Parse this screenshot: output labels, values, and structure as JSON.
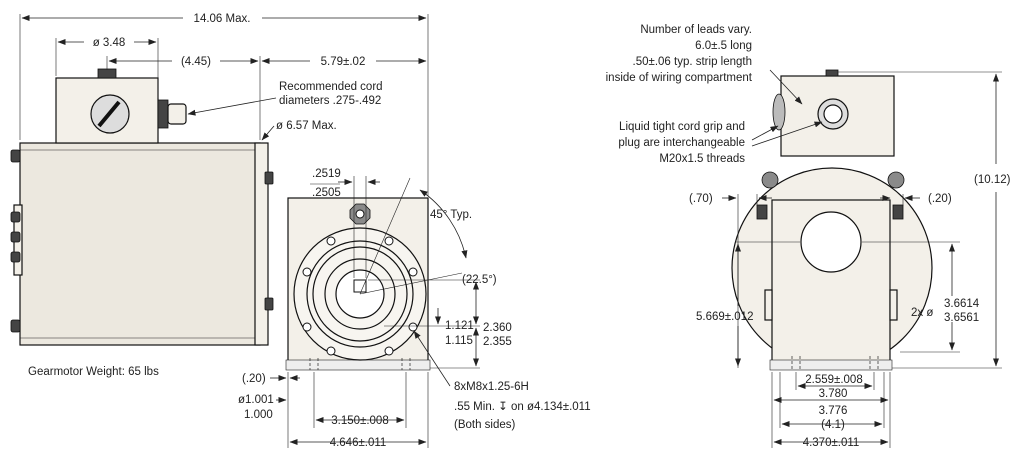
{
  "left_view": {
    "overall_length": "14.06 Max.",
    "box_diameter": "ø 3.48",
    "box_offset": "(4.45)",
    "gearbox_length": "5.79±.02",
    "cord_note_line1": "Recommended cord",
    "cord_note_line2": "diameters .275-.492",
    "motor_diameter": "ø 6.57 Max.",
    "keyway_w1": ".2519",
    "keyway_w2": ".2505",
    "angle_typ": "45° Typ.",
    "angle_half": "(22.5°)",
    "key_h1": "1.121",
    "key_h2": "1.115",
    "shaft_h1": "2.360",
    "shaft_h2": "2.355",
    "weight": "Gearmotor Weight: 65 lbs",
    "flange_offset": "(.20)",
    "bore_d1": "ø1.001",
    "bore_d2": "1.000",
    "bolt_spacing": "3.150±.008",
    "width_total": "4.646±.011",
    "thread_note_line1": "8xM8x1.25-6H",
    "thread_note_line2": ".55 Min.",
    "thread_note_depth_symbol": "↧",
    "thread_note_line2b": "on ø4.134±.011",
    "thread_note_line3": "(Both sides)"
  },
  "right_view": {
    "leads_line1": "Number of leads vary.",
    "leads_line2": "6.0±.5 long",
    "leads_line3": ".50±.06 typ. strip length",
    "leads_line4": "inside of wiring compartment",
    "grip_line1": "Liquid tight cord grip and",
    "grip_line2": "plug are interchangeable",
    "grip_line3": "M20x1.5 threads",
    "left_offset": "(.70)",
    "right_offset": "(.20)",
    "overall_height": "(10.12)",
    "base_height": "5.669±.012",
    "bore_prefix": "2x ø",
    "bore_d1": "3.6614",
    "bore_d2": "3.6561",
    "hole_spacing": "2.559±.008",
    "foot_w1": "3.780",
    "foot_w2": "3.776",
    "foot_ref": "(4.1)",
    "width_total": "4.370±.011"
  }
}
